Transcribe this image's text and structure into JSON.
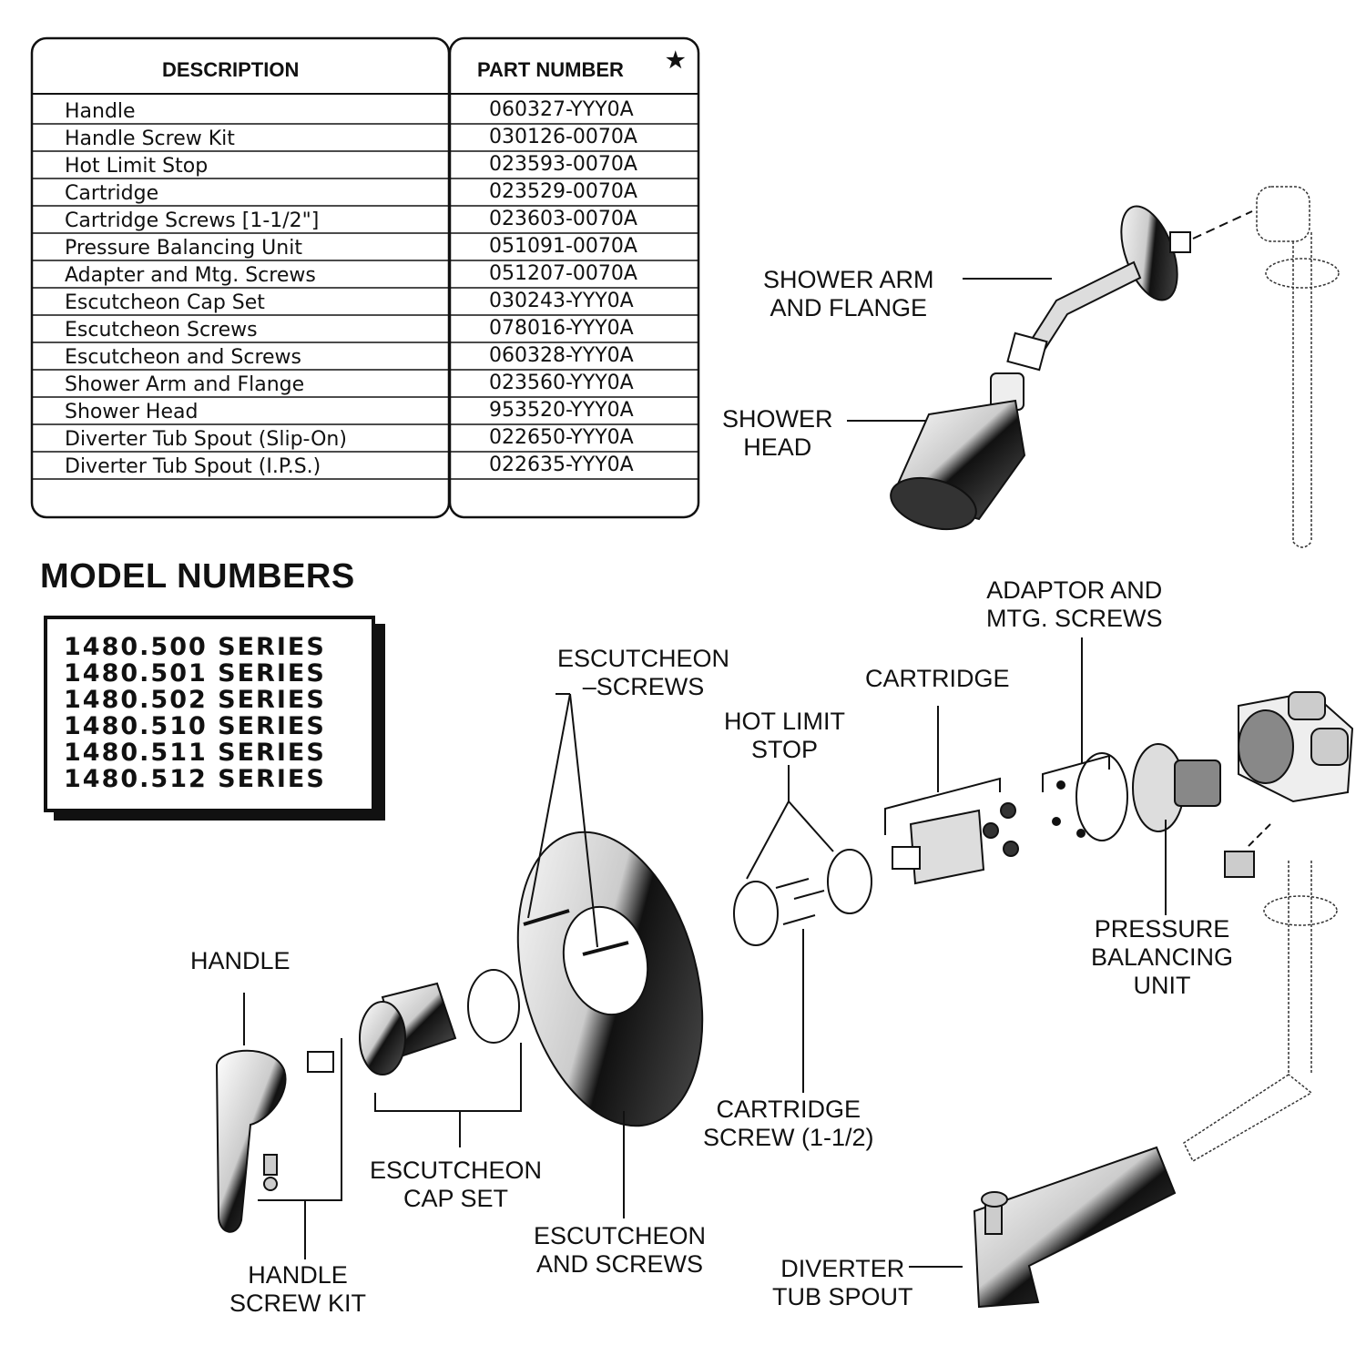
{
  "parts_table": {
    "header_description": "DESCRIPTION",
    "header_part_number": "PART NUMBER",
    "header_star": "★",
    "rows": [
      {
        "description": "Handle",
        "part_number": "060327-YYY0A"
      },
      {
        "description": "Handle Screw Kit",
        "part_number": "030126-0070A"
      },
      {
        "description": "Hot Limit Stop",
        "part_number": "023593-0070A"
      },
      {
        "description": "Cartridge",
        "part_number": "023529-0070A"
      },
      {
        "description": "Cartridge Screws [1-1/2\"]",
        "part_number": "023603-0070A"
      },
      {
        "description": "Pressure Balancing Unit",
        "part_number": "051091-0070A"
      },
      {
        "description": "Adapter and Mtg. Screws",
        "part_number": "051207-0070A"
      },
      {
        "description": "Escutcheon Cap Set",
        "part_number": "030243-YYY0A"
      },
      {
        "description": "Escutcheon Screws",
        "part_number": "078016-YYY0A"
      },
      {
        "description": "Escutcheon and Screws",
        "part_number": "060328-YYY0A"
      },
      {
        "description": "Shower Arm and Flange",
        "part_number": "023560-YYY0A"
      },
      {
        "description": "Shower Head",
        "part_number": "953520-YYY0A"
      },
      {
        "description": "Diverter Tub Spout (Slip-On)",
        "part_number": "022650-YYY0A"
      },
      {
        "description": "Diverter Tub Spout (I.P.S.)",
        "part_number": "022635-YYY0A"
      }
    ]
  },
  "model_numbers": {
    "title": "MODEL NUMBERS",
    "series": [
      "1480.500 SERIES",
      "1480.501 SERIES",
      "1480.502 SERIES",
      "1480.510 SERIES",
      "1480.511 SERIES",
      "1480.512 SERIES"
    ]
  },
  "callouts": {
    "shower_arm": [
      "SHOWER ARM",
      "AND FLANGE"
    ],
    "shower_head": [
      "SHOWER",
      "HEAD"
    ],
    "adaptor": [
      "ADAPTOR AND",
      "MTG. SCREWS"
    ],
    "escutcheon_screws": [
      "ESCUTCHEON",
      "–SCREWS"
    ],
    "cartridge": [
      "CARTRIDGE"
    ],
    "hot_limit_stop": [
      "HOT LIMIT",
      "STOP"
    ],
    "pressure_balancing": [
      "PRESSURE",
      "BALANCING",
      "UNIT"
    ],
    "handle": [
      "HANDLE"
    ],
    "cartridge_screw": [
      "CARTRIDGE",
      "SCREW (1-1/2)"
    ],
    "escutcheon_cap_set": [
      "ESCUTCHEON",
      "CAP SET"
    ],
    "escutcheon_and_screws": [
      "ESCUTCHEON",
      "AND SCREWS"
    ],
    "handle_screw_kit": [
      "HANDLE",
      "SCREW  KIT"
    ],
    "diverter_tub_spout": [
      "DIVERTER",
      "TUB SPOUT"
    ]
  }
}
